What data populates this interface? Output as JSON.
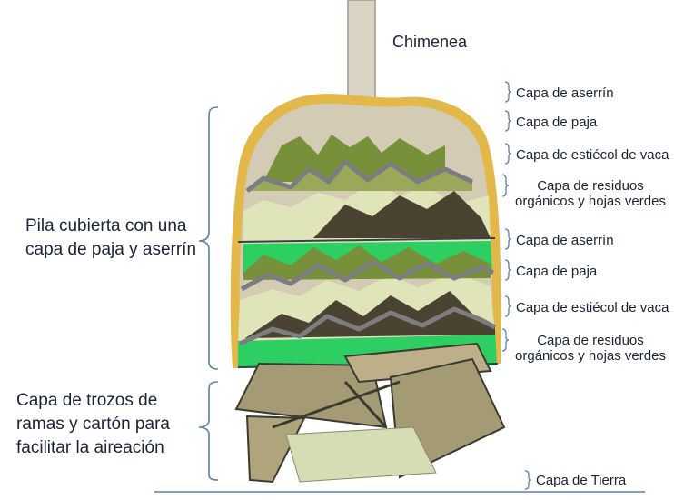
{
  "title": "Chimenea",
  "pile_label": "Pila cubierta con una capa de paja y aserrín",
  "base_label": "Capa de trozos de ramas y cartón para facilitar la aireación",
  "ground_label": "Capa de Tierra",
  "layers": [
    {
      "label": "Capa de aserrín"
    },
    {
      "label": "Capa de paja"
    },
    {
      "label": "Capa de estiécol de vaca"
    },
    {
      "label": "Capa de residuos orgánicos y hojas verdes"
    },
    {
      "label": "Capa de aserrín"
    },
    {
      "label": "Capa de paja"
    },
    {
      "label": "Capa de estiécol de vaca"
    },
    {
      "label": "Capa de residuos orgánicos y hojas verdes"
    }
  ],
  "colors": {
    "sawdust": "#e3b84a",
    "straw": "#d4cbb4",
    "manure_dark": "#4b4331",
    "manure_olive": "#77913a",
    "green_waste": "#2ecf62",
    "pale_green": "#d3e0aa",
    "branches": "#a49a73",
    "chimney": "#d9d4c4",
    "brace": "#5b7fa6"
  }
}
